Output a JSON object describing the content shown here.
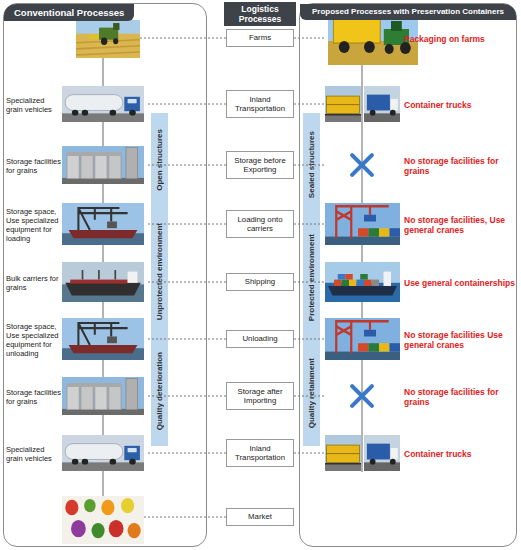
{
  "diagram": {
    "nodes": [
      {
        "text": [
          "Conventional Processes"
        ]
      },
      {
        "text": [
          "Open structures",
          "Unprotected environment",
          "Quality deterioration"
        ],
        "in": 0
      },
      {
        "text": [
          "Specialized grain vehicles"
        ],
        "in": 0
      },
      {
        "text": [
          "Storage facilities for grains"
        ],
        "in": 0
      },
      {
        "text": [
          "Storage space, Use specialized equipment for loading"
        ],
        "in": 0
      },
      {
        "text": [
          "Bulk carriers for grains"
        ],
        "in": 0
      },
      {
        "text": [
          "Storage space, Use specialized equipment for unloading"
        ],
        "in": 0
      },
      {
        "text": [
          "Storage facilities for grains"
        ],
        "in": 0
      },
      {
        "text": [
          "Specialized grain vehicles"
        ],
        "in": 0
      },
      {
        "text": [
          "Logistics Processes"
        ]
      },
      {
        "text": [
          "Farms"
        ]
      },
      {
        "text": [
          "Inland Transportation"
        ]
      },
      {
        "text": [
          "Storage before Exporting"
        ]
      },
      {
        "text": [
          "Loading onto carriers"
        ]
      },
      {
        "text": [
          "Shipping"
        ]
      },
      {
        "text": [
          "Unloading"
        ]
      },
      {
        "text": [
          "Storage after Importing"
        ]
      },
      {
        "text": [
          "Inland Transportation"
        ]
      },
      {
        "text": [
          "Market"
        ]
      },
      {
        "text": [
          "Proposed Processes with Preservation Containers"
        ]
      },
      {
        "text": [
          "Sealed structures",
          "Protected environment",
          "Quality retainment"
        ],
        "in": 19
      },
      {
        "text": [
          "Packaging on farms"
        ],
        "in": 19
      },
      {
        "text": [
          "Container trucks"
        ],
        "in": 19
      },
      {
        "text": [
          "No storage facilities for grains"
        ],
        "in": 19
      },
      {
        "text": [
          "No storage facilities, Use general cranes"
        ],
        "in": 19
      },
      {
        "text": [
          "Use general containerships"
        ],
        "in": 19
      },
      {
        "text": [
          "No storage facilities Use general cranes"
        ],
        "in": 19
      },
      {
        "text": [
          "No storage facilities for grains"
        ],
        "in": 19
      },
      {
        "text": [
          "Container trucks"
        ],
        "in": 19
      }
    ],
    "edges": [
      {
        "from": 11,
        "to": 2,
        "arrow": "none"
      },
      {
        "from": 12,
        "to": 3,
        "arrow": "none"
      },
      {
        "from": 13,
        "to": 4,
        "arrow": "none"
      },
      {
        "from": 14,
        "to": 5,
        "arrow": "none"
      },
      {
        "from": 15,
        "to": 6,
        "arrow": "none"
      },
      {
        "from": 16,
        "to": 7,
        "arrow": "none"
      },
      {
        "from": 17,
        "to": 8,
        "arrow": "none"
      },
      {
        "from": 10,
        "to": 21,
        "arrow": "none"
      },
      {
        "from": 11,
        "to": 22,
        "arrow": "none"
      },
      {
        "from": 12,
        "to": 23,
        "arrow": "none"
      },
      {
        "from": 13,
        "to": 24,
        "arrow": "none"
      },
      {
        "from": 14,
        "to": 25,
        "arrow": "none"
      },
      {
        "from": 15,
        "to": 26,
        "arrow": "none"
      },
      {
        "from": 16,
        "to": 27,
        "arrow": "none"
      },
      {
        "from": 17,
        "to": 28,
        "arrow": "none"
      }
    ]
  }
}
